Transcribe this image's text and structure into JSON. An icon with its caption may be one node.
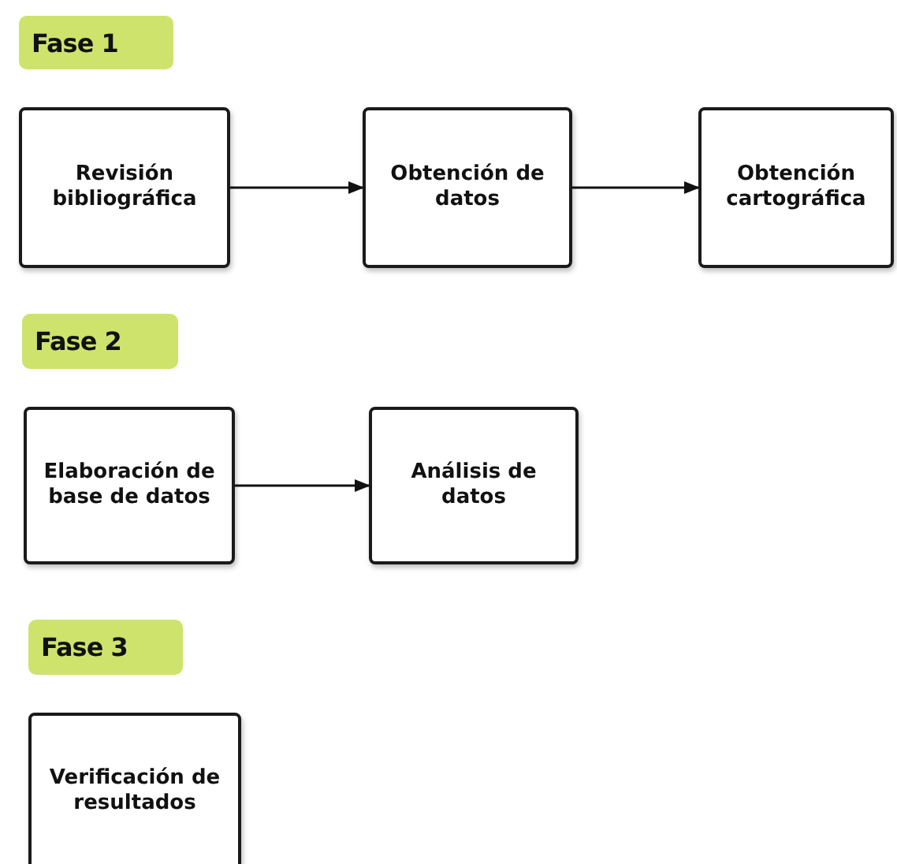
{
  "diagram": {
    "nodes": [
      {
        "text": [
          "Fase 1"
        ]
      },
      {
        "text": [
          "Revisión bibliográfica"
        ]
      },
      {
        "text": [
          "Obtención de datos"
        ]
      },
      {
        "text": [
          "Obtención cartográfica"
        ]
      },
      {
        "text": [
          "Fase 2"
        ]
      },
      {
        "text": [
          "Elaboración de base de datos"
        ]
      },
      {
        "text": [
          "Análisis de datos"
        ]
      },
      {
        "text": [
          "Fase 3"
        ]
      },
      {
        "text": [
          "Verificación de resultados"
        ]
      }
    ],
    "edges": [
      {
        "from": 1,
        "to": 2,
        "arrow": "to"
      },
      {
        "from": 2,
        "to": 3,
        "arrow": "to"
      },
      {
        "from": 5,
        "to": 6,
        "arrow": "to"
      }
    ]
  }
}
